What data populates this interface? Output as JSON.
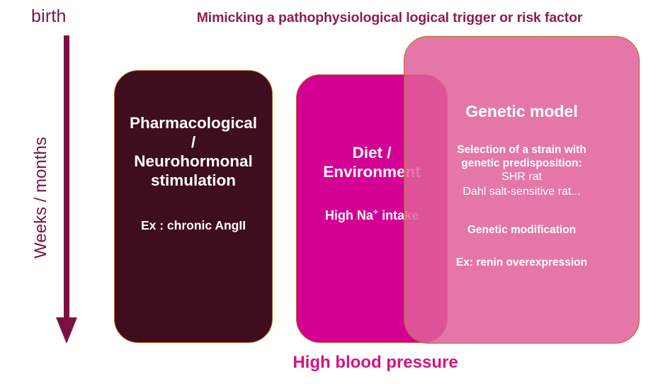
{
  "header": {
    "title": "Mimicking a pathophysiological logical trigger or risk factor"
  },
  "timeline": {
    "start_label": "birth",
    "duration_label": "Weeks / months",
    "arrow_icon": "down-arrow-icon",
    "color": "#7B1142"
  },
  "models": [
    {
      "id": "pharmacological",
      "title": "Pharmacological\n/\nNeurohormonal\nstimulation",
      "title_lines": [
        "Pharmacological",
        "/",
        "Neurohormonal",
        "stimulation"
      ],
      "example": "Ex : chronic AngII",
      "fill_color": "#3E0E1E",
      "border_color": "#B5651D"
    },
    {
      "id": "diet-environment",
      "title_lines": [
        "Diet /",
        "Environment"
      ],
      "example_prefix": "High Na",
      "example_superscript": "+",
      "example_suffix": " intake",
      "fill_color": "#D40094",
      "border_color": "#B5651D"
    },
    {
      "id": "genetic-model",
      "title": "Genetic model",
      "selection_heading_lines": [
        "Selection of a strain with",
        "genetic predisposition:"
      ],
      "strains": [
        "SHR rat",
        "Dahl salt-sensitive rat..."
      ],
      "modification_label": "Genetic modification",
      "modification_example": "Ex: renin overexpression",
      "fill_color": "#E06198",
      "border_color": "#B5651D"
    }
  ],
  "outcome": {
    "label": "High blood pressure",
    "color": "#D4157F"
  }
}
